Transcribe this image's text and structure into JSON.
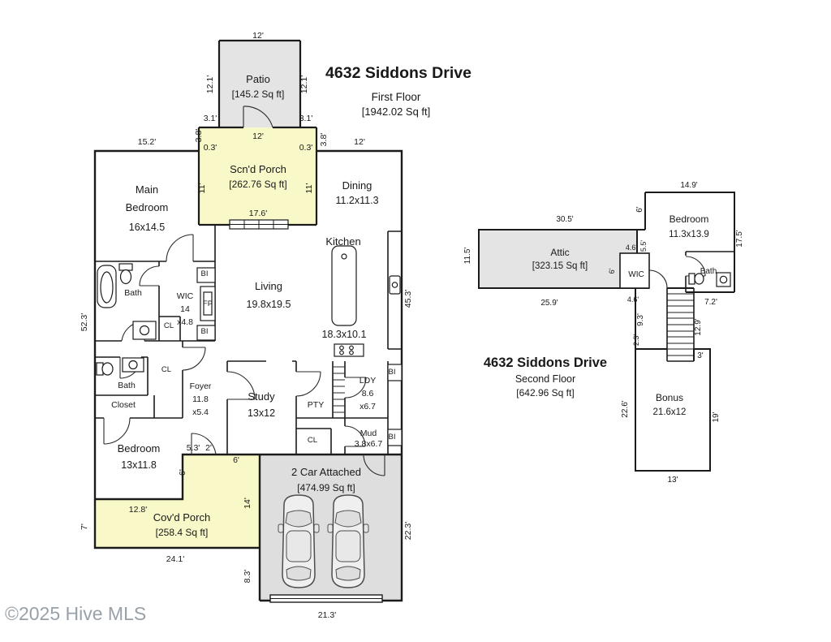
{
  "colors": {
    "wall": "#1b1b1b",
    "area_gray": "#e4e4e4",
    "area_yellow": "#f8f8c9",
    "text": "#191919",
    "watermark": "#99a1a8"
  },
  "icons": [
    "bathtub-icon",
    "toilet-icon",
    "sink-icon",
    "kitchen-island-icon",
    "stove-icon",
    "fireplace-icon",
    "stairs-icon",
    "car-icon",
    "garage-door-icon",
    "window-icon",
    "door-swing-icon"
  ],
  "titles": {
    "first": {
      "line1": "4632 Siddons Drive",
      "line2": "First Floor",
      "line3": "[1942.02 Sq ft]"
    },
    "second": {
      "line1": "4632 Siddons Drive",
      "line2": "Second Floor",
      "line3": "[642.96 Sq ft]"
    }
  },
  "labels": {
    "watermark": "©2025 Hive MLS",
    "ff_patio_dim_top": "12'",
    "ff_patio_dim_left": "12.1'",
    "ff_patio_dim_right": "12.1'",
    "ff_patio_name": "Patio",
    "ff_patio_sqft": "[145.2 Sq ft]",
    "ff_dim_3_1_left": "3.1'",
    "ff_dim_3_1_right": "3.1'",
    "ff_dim_3_8_left": "3.8'",
    "ff_dim_3_8_right": "3.8'",
    "ff_dim_15_2": "15.2'",
    "ff_dim_12_dining": "12'",
    "ff_porch_dim_top": "12'",
    "ff_dim_0_3_left": "0.3'",
    "ff_dim_0_3_right": "0.3'",
    "ff_porch_name": "Scn'd Porch",
    "ff_porch_sqft": "[262.76 Sq ft]",
    "ff_porch_dim_left": "11'",
    "ff_porch_dim_right": "11'",
    "ff_porch_dim_bottom": "17.6'",
    "ff_main_bedroom_line1": "Main",
    "ff_main_bedroom_line2": "Bedroom",
    "ff_main_bedroom_dims": "16x14.5",
    "ff_dining_name": "Dining",
    "ff_dining_dims": "11.2x11.3",
    "ff_kitchen_name": "Kitchen",
    "ff_kitchen_dims": "18.3x10.1",
    "ff_living_name": "Living",
    "ff_living_dims": "19.8x19.5",
    "ff_bath1_name": "Bath",
    "ff_bi_1": "BI",
    "ff_wic_name": "WIC",
    "ff_fp": "FP",
    "ff_wic_dim1": "14",
    "ff_wic_dim2": "x4.8",
    "ff_cl_1": "CL",
    "ff_bi_2": "BI",
    "ff_dim_52_3": "52.3'",
    "ff_dim_45_3": "45.3'",
    "ff_cl_2": "CL",
    "ff_bath2_name": "Bath",
    "ff_foyer_name": "Foyer",
    "ff_foyer_dim1": "11.8",
    "ff_foyer_dim2": "x5.4",
    "ff_closet_name": "Closet",
    "ff_study_name": "Study",
    "ff_study_dims": "13x12",
    "ff_pty": "PTY",
    "ff_ldy_name": "LDY",
    "ff_ldy_dim1": "8.6",
    "ff_ldy_dim2": "x6.7",
    "ff_bi_3": "BI",
    "ff_mud_line1": "Mud",
    "ff_mud_line2": "3.8x6.7",
    "ff_bi_4": "BI",
    "ff_cl_3": "CL",
    "ff_bedroom2_name": "Bedroom",
    "ff_bedroom2_dims": "13x11.8",
    "ff_dim_5_3": "5.3'",
    "ff_dim_2": "2'",
    "ff_dim_6_top": "6'",
    "ff_dim_6_left": "6'",
    "ff_dim_14": "14'",
    "ff_garage_name": "2 Car Attached",
    "ff_garage_sqft": "[474.99 Sq ft]",
    "ff_dim_12_8": "12.8'",
    "ff_covd_porch_name": "Cov'd Porch",
    "ff_covd_porch_sqft": "[258.4 Sq ft]",
    "ff_dim_7": "7'",
    "ff_dim_24_1": "24.1'",
    "ff_dim_8_3": "8.3'",
    "ff_dim_22_3": "22.3'",
    "ff_dim_21_3": "21.3'",
    "sf_dim_14_9": "14.9'",
    "sf_bedroom_name": "Bedroom",
    "sf_bedroom_dims": "11.3x13.9",
    "sf_dim_30_5": "30.5'",
    "sf_dim_6_top": "6'",
    "sf_dim_17_5": "17.5'",
    "sf_dim_11_5": "11.5'",
    "sf_attic_name": "Attic",
    "sf_attic_sqft": "[323.15 Sq ft]",
    "sf_dim_4_6_a": "4.6'",
    "sf_dim_5_5": "5.5'",
    "sf_dim_6_wic": "6'",
    "sf_wic": "WIC",
    "sf_bath": "Bath",
    "sf_dim_25_9": "25.9'",
    "sf_dim_4_6_b": "4.6'",
    "sf_dim_7_2": "7.2'",
    "sf_dim_9_3": "9.3'",
    "sf_dim_12_9": "12.9'",
    "sf_dim_2_3": "2.3'",
    "sf_dim_3": "3'",
    "sf_dim_22_6": "22.6'",
    "sf_bonus_name": "Bonus",
    "sf_bonus_dims": "21.6x12",
    "sf_dim_19": "19'",
    "sf_dim_13": "13'"
  }
}
